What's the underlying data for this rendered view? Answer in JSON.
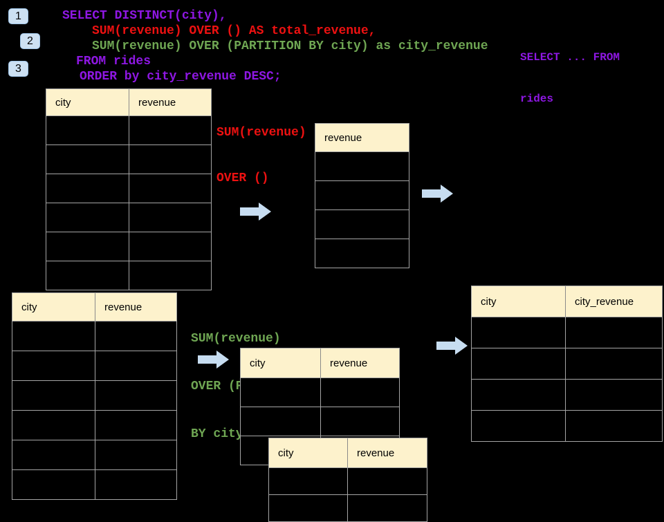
{
  "colors": {
    "purple": "#8E17E3",
    "red": "#ED1111",
    "green": "#6FA653",
    "header_fill": "#FDF2CC",
    "badge_fill": "#CDE1F3",
    "arrow_fill": "#C7DDF1",
    "border": "#A6A6A6",
    "background": "#000000"
  },
  "badges": [
    {
      "label": "1"
    },
    {
      "label": "2"
    },
    {
      "label": "3"
    }
  ],
  "sql": {
    "lines": [
      {
        "text": "SELECT DISTINCT(city),",
        "color": "purple"
      },
      {
        "text": "SUM(revenue) OVER () AS total_revenue,",
        "color": "red"
      },
      {
        "text": "SUM(revenue) OVER (PARTITION BY city) as city_revenue",
        "color": "green"
      },
      {
        "text": "FROM rides",
        "color": "purple"
      },
      {
        "text": "ORDER by city_revenue DESC;",
        "color": "purple"
      }
    ]
  },
  "side_note": {
    "lines": [
      "SELECT ... FROM",
      "rides"
    ],
    "color": "purple"
  },
  "annotations": {
    "total_revenue": {
      "lines": [
        "SUM(revenue)",
        "OVER ()"
      ],
      "color": "red"
    },
    "partition": {
      "lines": [
        "SUM(revenue)",
        "OVER (PARTITION",
        "BY city)"
      ],
      "color": "green"
    }
  },
  "tables": {
    "rides_top": {
      "columns": [
        "city",
        "revenue"
      ],
      "empty_rows": 6
    },
    "total_revenue_result": {
      "columns": [
        "revenue"
      ],
      "empty_rows": 4
    },
    "rides_bottom": {
      "columns": [
        "city",
        "revenue"
      ],
      "empty_rows": 6
    },
    "partition_result_front": {
      "columns": [
        "city",
        "revenue"
      ],
      "empty_rows": 3
    },
    "partition_result_back": {
      "columns": [
        "city",
        "revenue"
      ],
      "empty_rows": 2
    },
    "city_revenue_result": {
      "columns": [
        "city",
        "city_revenue"
      ],
      "empty_rows": 4
    }
  }
}
